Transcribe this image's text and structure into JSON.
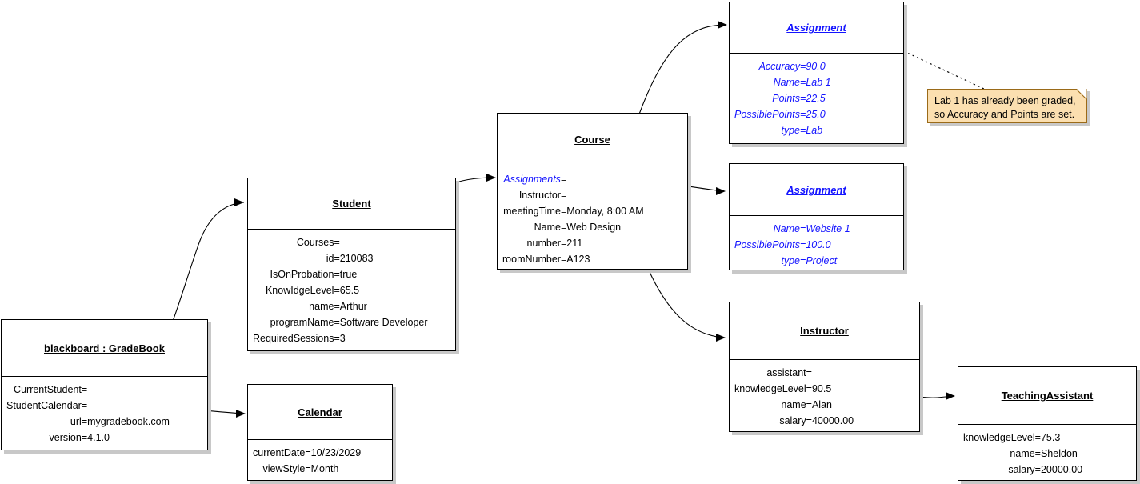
{
  "diagram": {
    "type": "uml-object-diagram",
    "accent_blue": "#1414ff",
    "note_fill": "#fbdfb0",
    "note_border": "#9a6a18",
    "shadow_color": "#c8c8c8"
  },
  "objects": {
    "gradebook": {
      "title": "blackboard : GradeBook",
      "title_style": "black",
      "attributes": [
        {
          "name": "CurrentStudent",
          "eq": "=",
          "value": "",
          "style": "black"
        },
        {
          "name": "StudentCalendar",
          "eq": "=",
          "value": "",
          "style": "black"
        },
        {
          "name": "url",
          "eq": "=",
          "value": "mygradebook.com",
          "style": "black"
        },
        {
          "name": "version",
          "eq": "=",
          "value": "4.1.0",
          "style": "black"
        }
      ]
    },
    "student": {
      "title": "Student",
      "title_style": "black",
      "attributes": [
        {
          "name": "Courses",
          "eq": "=",
          "value": "",
          "style": "black"
        },
        {
          "name": "id",
          "eq": "=",
          "value": "210083",
          "style": "black"
        },
        {
          "name": "IsOnProbation",
          "eq": "=",
          "value": "true",
          "style": "black"
        },
        {
          "name": "KnowIdgeLevel",
          "eq": "=",
          "value": "65.5",
          "style": "black"
        },
        {
          "name": "name",
          "eq": "=",
          "value": "Arthur",
          "style": "black"
        },
        {
          "name": "programName",
          "eq": "=",
          "value": "Software Developer",
          "style": "black"
        },
        {
          "name": "RequiredSessions",
          "eq": "=",
          "value": "3",
          "style": "black"
        }
      ]
    },
    "calendar": {
      "title": "Calendar",
      "title_style": "black",
      "attributes": [
        {
          "name": "currentDate",
          "eq": "=",
          "value": "10/23/2029",
          "style": "black"
        },
        {
          "name": "viewStyle",
          "eq": "=",
          "value": "Month",
          "style": "black"
        }
      ]
    },
    "course": {
      "title": "Course",
      "title_style": "black",
      "attributes": [
        {
          "name": "Assignments",
          "eq": "=",
          "value": "",
          "style": "blue"
        },
        {
          "name": "Instructor",
          "eq": "=",
          "value": "",
          "style": "black"
        },
        {
          "name": "meetingTime",
          "eq": "=",
          "value": "Monday, 8:00 AM",
          "style": "black"
        },
        {
          "name": "Name",
          "eq": "=",
          "value": "Web Design",
          "style": "black"
        },
        {
          "name": "number",
          "eq": "=",
          "value": "211",
          "style": "black"
        },
        {
          "name": "roomNumber",
          "eq": "=",
          "value": "A123",
          "style": "black"
        }
      ]
    },
    "assignment_lab": {
      "title": "Assignment",
      "title_style": "blue",
      "attributes": [
        {
          "name": "Accuracy",
          "eq": "=",
          "value": "90.0",
          "style": "blue"
        },
        {
          "name": "Name",
          "eq": "=",
          "value": "Lab 1",
          "style": "blue"
        },
        {
          "name": "Points",
          "eq": "=",
          "value": "22.5",
          "style": "blue"
        },
        {
          "name": "PossiblePoints",
          "eq": "=",
          "value": "25.0",
          "style": "blue"
        },
        {
          "name": "type",
          "eq": "=",
          "value": "Lab",
          "style": "blue"
        }
      ]
    },
    "assignment_website": {
      "title": "Assignment",
      "title_style": "blue",
      "attributes": [
        {
          "name": "Name",
          "eq": "=",
          "value": "Website 1",
          "style": "blue"
        },
        {
          "name": "PossiblePoints",
          "eq": "=",
          "value": "100.0",
          "style": "blue"
        },
        {
          "name": "type",
          "eq": "=",
          "value": "Project",
          "style": "blue"
        }
      ]
    },
    "instructor": {
      "title": "Instructor",
      "title_style": "black",
      "attributes": [
        {
          "name": "assistant",
          "eq": "=",
          "value": "",
          "style": "black"
        },
        {
          "name": "knowledgeLevel",
          "eq": "=",
          "value": "90.5",
          "style": "black"
        },
        {
          "name": "name",
          "eq": "=",
          "value": "Alan",
          "style": "black"
        },
        {
          "name": "salary",
          "eq": "=",
          "value": "40000.00",
          "style": "black"
        }
      ]
    },
    "teaching_assistant": {
      "title": "TeachingAssistant",
      "title_style": "black",
      "attributes": [
        {
          "name": "knowledgeLevel",
          "eq": "=",
          "value": "75.3",
          "style": "black"
        },
        {
          "name": "name",
          "eq": "=",
          "value": "Sheldon",
          "style": "black"
        },
        {
          "name": "salary",
          "eq": "=",
          "value": "20000.00",
          "style": "black"
        }
      ]
    }
  },
  "note": {
    "lines": [
      "Lab 1 has already been graded,",
      "so Accuracy and Points are set."
    ]
  }
}
